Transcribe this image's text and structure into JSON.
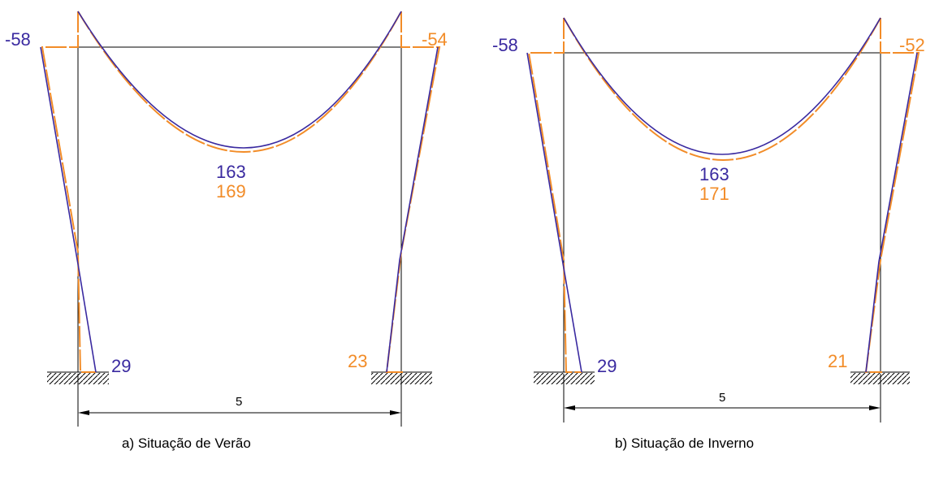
{
  "colors": {
    "frame": "#000000",
    "series_blue": "#3a2aa0",
    "series_orange": "#f28c28"
  },
  "panels": [
    {
      "caption": "a) Situação de Verão",
      "span_label": "5",
      "values": {
        "top_left_blue": "-58",
        "top_right_orange": "-54",
        "mid_blue": "163",
        "mid_orange": "169",
        "base_left_blue": "29",
        "base_right_orange": "23"
      }
    },
    {
      "caption": "b) Situação de Inverno",
      "span_label": "5",
      "values": {
        "top_left_blue": "-58",
        "top_right_orange": "-52",
        "mid_blue": "163",
        "mid_orange": "171",
        "base_left_blue": "29",
        "base_right_orange": "21"
      }
    }
  ]
}
